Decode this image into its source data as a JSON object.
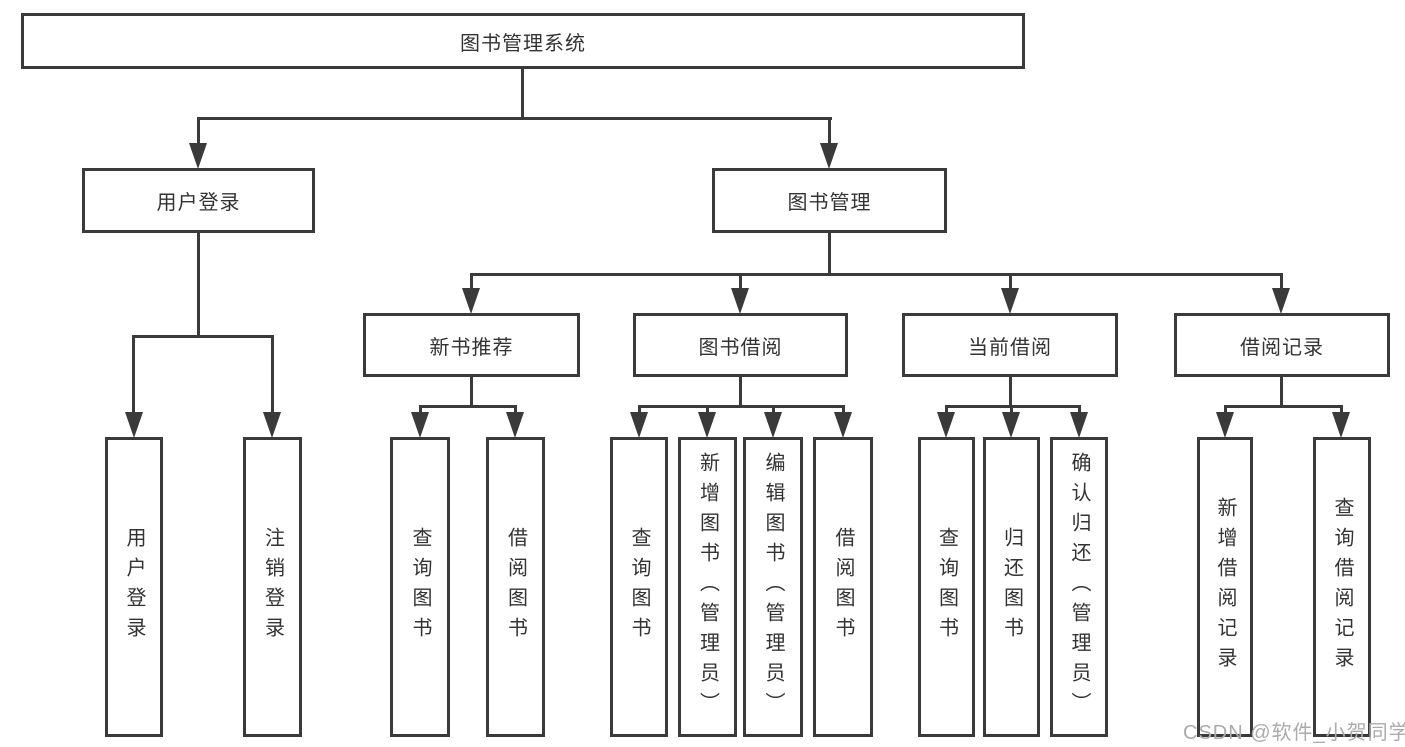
{
  "colors": {
    "line": "#3a3a3a",
    "text": "#333333",
    "box_background": "#ffffff",
    "watermark": "#ababab"
  },
  "diagram": {
    "type": "tree",
    "root": {
      "label": "图书管理系统"
    },
    "level1": [
      {
        "label": "用户登录",
        "parent": "图书管理系统"
      },
      {
        "label": "图书管理",
        "parent": "图书管理系统"
      }
    ],
    "level2": [
      {
        "label": "新书推荐",
        "parent": "图书管理"
      },
      {
        "label": "图书借阅",
        "parent": "图书管理"
      },
      {
        "label": "当前借阅",
        "parent": "图书管理"
      },
      {
        "label": "借阅记录",
        "parent": "图书管理"
      }
    ],
    "leaves": [
      {
        "label": "用户登录",
        "parent": "用户登录"
      },
      {
        "label": "注销登录",
        "parent": "用户登录"
      },
      {
        "label": "查询图书",
        "parent": "新书推荐"
      },
      {
        "label": "借阅图书",
        "parent": "新书推荐"
      },
      {
        "label": "查询图书",
        "parent": "图书借阅"
      },
      {
        "label": "新增图书（管理员）",
        "parent": "图书借阅"
      },
      {
        "label": "编辑图书（管理员）",
        "parent": "图书借阅"
      },
      {
        "label": "借阅图书",
        "parent": "图书借阅"
      },
      {
        "label": "查询图书",
        "parent": "当前借阅"
      },
      {
        "label": "归还图书",
        "parent": "当前借阅"
      },
      {
        "label": "确认归还（管理员）",
        "parent": "当前借阅"
      },
      {
        "label": "新增借阅记录",
        "parent": "借阅记录"
      },
      {
        "label": "查询借阅记录",
        "parent": "借阅记录"
      }
    ]
  },
  "watermark": {
    "text": "CSDN @软件_小贺同学"
  }
}
